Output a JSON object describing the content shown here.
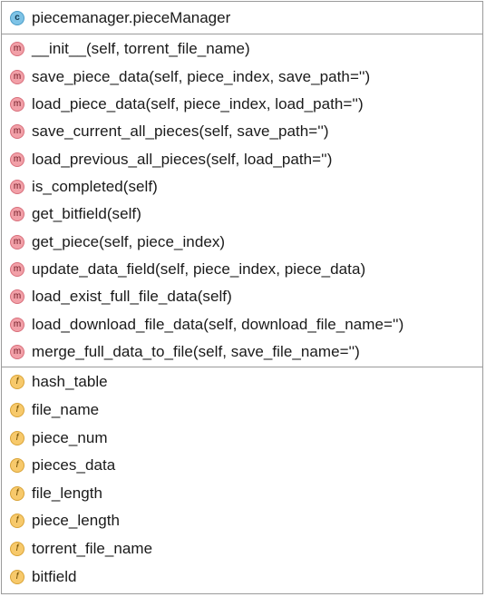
{
  "class": {
    "name": "piecemanager.pieceManager",
    "icon": "class-icon",
    "icon_glyph": "c"
  },
  "method_icon_glyph": "m",
  "field_icon_glyph": "f",
  "methods": [
    "__init__(self, torrent_file_name)",
    "save_piece_data(self, piece_index, save_path='')",
    "load_piece_data(self, piece_index, load_path='')",
    "save_current_all_pieces(self, save_path='')",
    "load_previous_all_pieces(self, load_path='')",
    "is_completed(self)",
    "get_bitfield(self)",
    "get_piece(self, piece_index)",
    "update_data_field(self, piece_index, piece_data)",
    "load_exist_full_file_data(self)",
    "load_download_file_data(self, download_file_name='')",
    "merge_full_data_to_file(self, save_file_name='')"
  ],
  "fields": [
    "hash_table",
    "file_name",
    "piece_num",
    "pieces_data",
    "file_length",
    "piece_length",
    "torrent_file_name",
    "bitfield"
  ],
  "colors": {
    "class_icon": "#7ec3e6",
    "method_icon": "#f2a0a8",
    "field_icon": "#f7c96b",
    "border": "#9a9a9a"
  }
}
